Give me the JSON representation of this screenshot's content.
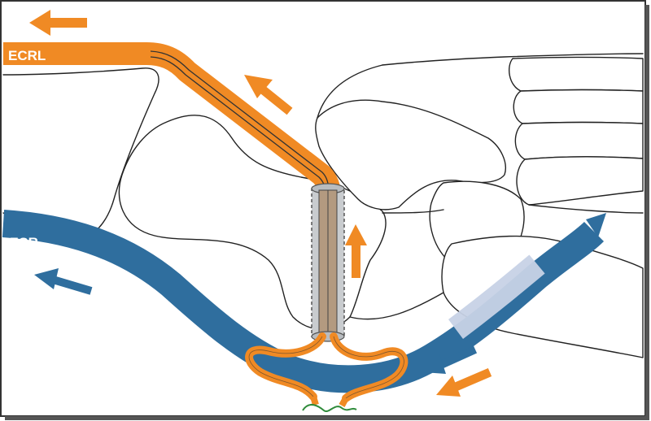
{
  "labels": {
    "ecrl": "ECRL",
    "fcr": "FCR"
  },
  "colors": {
    "ecrl_tendon": "#f08a24",
    "fcr_tendon": "#2f6e9e",
    "tunnel": "#c9cccf",
    "graft_core": "#b39a80",
    "suture": "#2e8b3a",
    "outline": "#222222",
    "frame": "#333333"
  },
  "icons": {
    "ecrl_pull_arrow": "arrow-left",
    "ecrl_direction_arrow": "arrow-up-left",
    "tunnel_direction_arrow": "arrow-up",
    "fcr_pull_arrow": "arrow-left",
    "fcr_direction_arrow": "arrow-down-left",
    "ecrl_lower_arrow": "arrow-down-left"
  }
}
